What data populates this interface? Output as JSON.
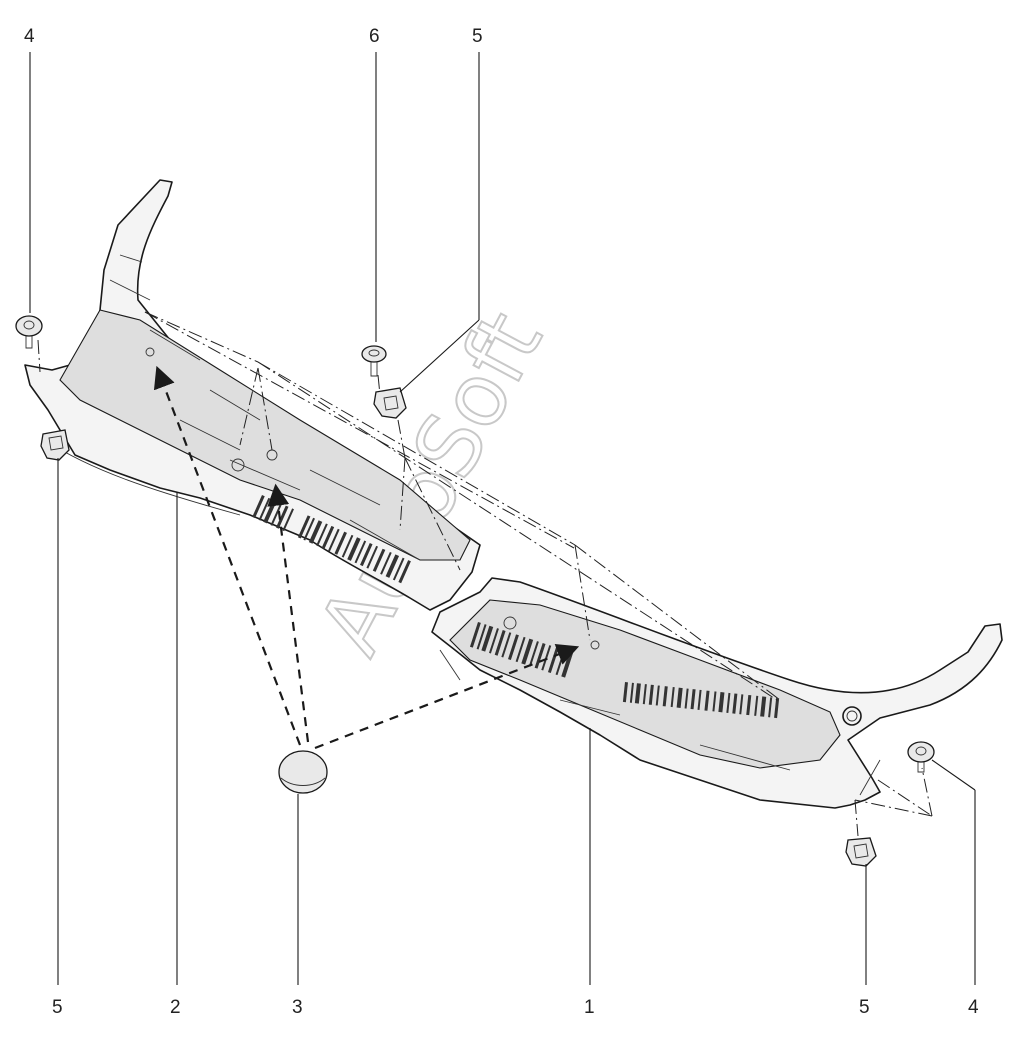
{
  "watermark": "AutoSoft",
  "callouts": {
    "top_left_4": "4",
    "top_6": "6",
    "top_5": "5",
    "bottom_left_5": "5",
    "bottom_2": "2",
    "bottom_3": "3",
    "bottom_1": "1",
    "bottom_right_5": "5",
    "bottom_right_4": "4"
  },
  "colors": {
    "line": "#1a1a1a",
    "part_fill": "#f4f4f4",
    "watermark": "#c8c8c8"
  },
  "icons": [
    "screw-icon",
    "clip-nut-icon",
    "plug-cap-icon"
  ]
}
